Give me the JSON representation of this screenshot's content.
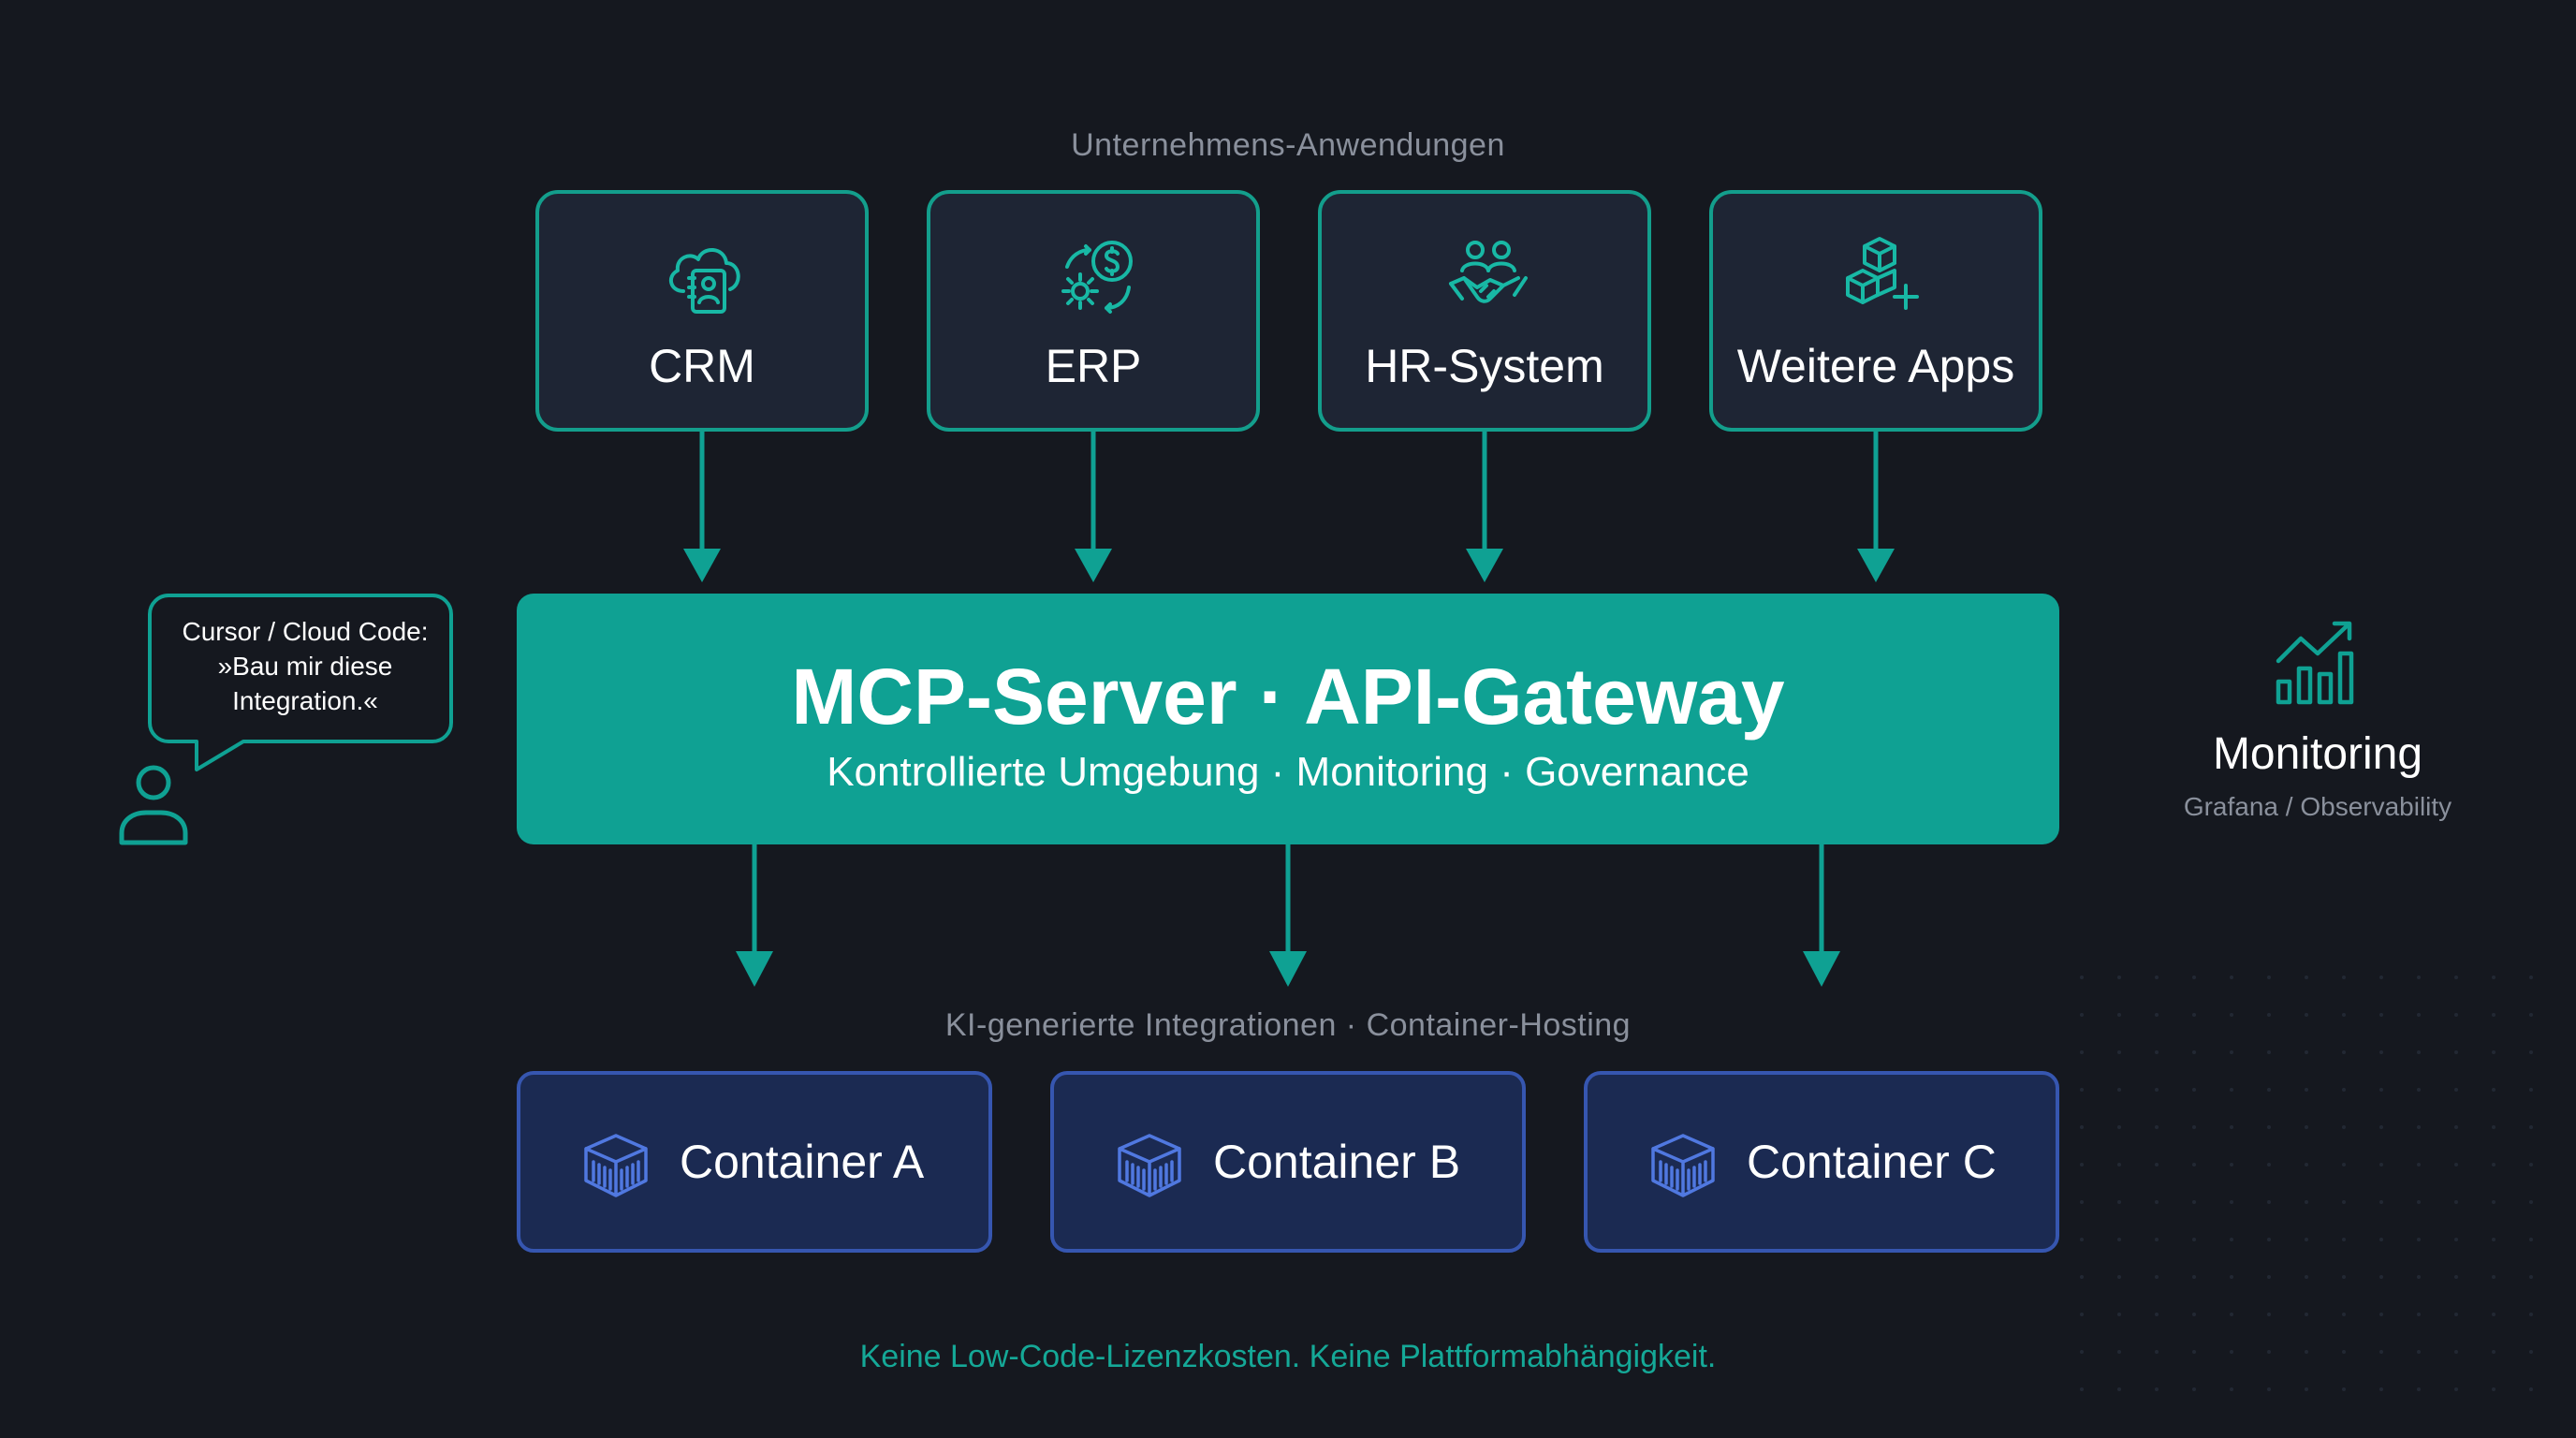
{
  "top_section_label": "Unternehmens-Anwendungen",
  "apps": [
    {
      "label": "CRM",
      "icon": "cloud-contact-icon"
    },
    {
      "label": "ERP",
      "icon": "gear-dollar-icon"
    },
    {
      "label": "HR-System",
      "icon": "people-handshake-icon"
    },
    {
      "label": "Weitere Apps",
      "icon": "cubes-plus-icon"
    }
  ],
  "gateway": {
    "title": "MCP-Server · API-Gateway",
    "subtitle": "Kontrollierte Umgebung · Monitoring · Governance"
  },
  "bottom_section_label": "KI-generierte Integrationen · Container-Hosting",
  "containers": [
    {
      "label": "Container A",
      "icon": "container-icon"
    },
    {
      "label": "Container B",
      "icon": "container-icon"
    },
    {
      "label": "Container C",
      "icon": "container-icon"
    }
  ],
  "speech_bubble": {
    "line1": "Cursor / Cloud Code:",
    "line2": "»Bau mir diese",
    "line3": "Integration.«"
  },
  "monitoring": {
    "title": "Monitoring",
    "subtitle": "Grafana / Observability"
  },
  "tagline": "Keine Low-Code-Lizenzkosten. Keine Plattformabhängigkeit.",
  "colors": {
    "background": "#15181f",
    "accent": "#0fa193",
    "app_box_fill": "#1e2534",
    "container_fill": "#1b2a52",
    "container_border": "#3656b0"
  }
}
